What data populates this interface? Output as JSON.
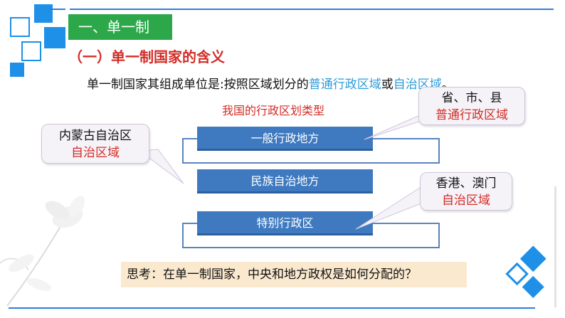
{
  "header": {
    "section_title": "一、单一制",
    "subsection_title": "（一）单一制国家的含义"
  },
  "intro": {
    "prefix": "单一制国家其组成单位是:按照区域划分的",
    "term1": "普通行政区域",
    "connector": "或",
    "term2": "自治区域",
    "suffix": "。"
  },
  "diagram": {
    "title": "我国的行政区划类型",
    "types": [
      "一般行政地方",
      "民族自治地方",
      "特别行政区"
    ]
  },
  "callouts": {
    "province": {
      "line1": "省、市、县",
      "line2": "普通行政区域"
    },
    "inner_mongolia": {
      "line1": "内蒙古自治区",
      "line2": "自治区域"
    },
    "hk_macau": {
      "line1": "香港、澳门",
      "line2": "自治区域"
    }
  },
  "question": "思考：在单一制国家，中央和地方政权是如何分配的？",
  "colors": {
    "accent_blue": "#1e90e8",
    "section_green": "#2ca84a",
    "title_red": "#d22c26",
    "type_box_blue": "#3f7ac0",
    "highlight_blue": "#2f9bd8",
    "question_bg": "#fae9cf"
  }
}
